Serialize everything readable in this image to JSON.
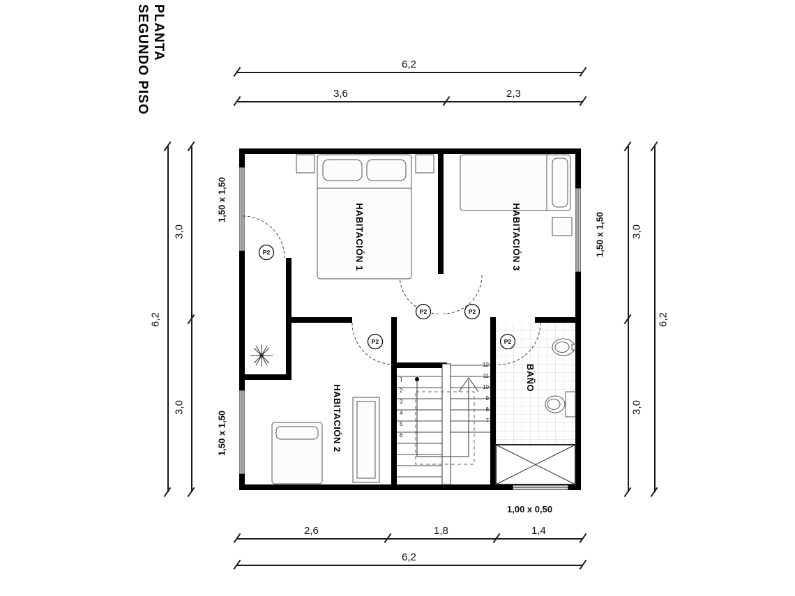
{
  "title": {
    "line1": "PLANTA",
    "line2": "SEGUNDO PISO"
  },
  "rooms": {
    "hab1": "HABITACIÓN 1",
    "hab2": "HABITACIÓN 2",
    "hab3": "HABITACIÓN 3",
    "bano": "BAÑO"
  },
  "door_label": "P2",
  "window_labels": {
    "left_top": "1,50 x 1,50",
    "left_bottom": "1,50 x 1,50",
    "right": "1,50 x 1,50",
    "bottom": "1,00 x 0,50"
  },
  "dimensions": {
    "top_total": "6,2",
    "top_left": "3,6",
    "top_right": "2,3",
    "left_total": "6,2",
    "left_top": "3,0",
    "left_bottom": "3,0",
    "right_total": "6,2",
    "right_top": "3,0",
    "right_bottom": "3,0",
    "bottom_left": "2,6",
    "bottom_mid": "1,8",
    "bottom_right": "1,4",
    "bottom_total": "6,2"
  },
  "stairs": {
    "up": [
      "1",
      "2",
      "3",
      "4",
      "5",
      "6"
    ],
    "down": [
      "12",
      "11",
      "10",
      "9",
      "8",
      "7"
    ]
  },
  "colors": {
    "wall": "#000000",
    "furniture_line": "#555555",
    "tile_line": "#cccccc"
  }
}
